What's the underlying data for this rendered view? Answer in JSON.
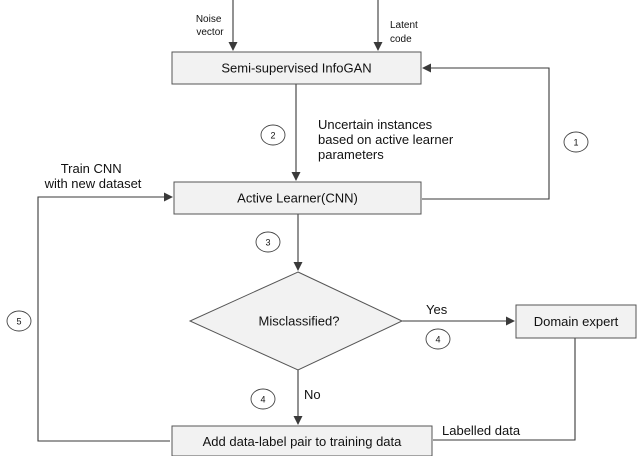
{
  "inputs": {
    "noise": [
      "Noise",
      "vector"
    ],
    "latent": [
      "Latent",
      "code"
    ]
  },
  "nodes": {
    "infogan": "Semi-supervised InfoGAN",
    "active_learner": "Active Learner(CNN)",
    "decision": "Misclassified?",
    "domain_expert": "Domain expert",
    "add_pair": "Add data-label pair to training data"
  },
  "edge_labels": {
    "uncertain": [
      "Uncertain instances",
      "based on active learner",
      "parameters"
    ],
    "train": [
      "Train CNN",
      "with new dataset"
    ],
    "yes": "Yes",
    "no": "No",
    "labelled": "Labelled data"
  },
  "steps": {
    "s1": "1",
    "s2": "2",
    "s3": "3",
    "s4a": "4",
    "s4b": "4",
    "s5": "5"
  }
}
